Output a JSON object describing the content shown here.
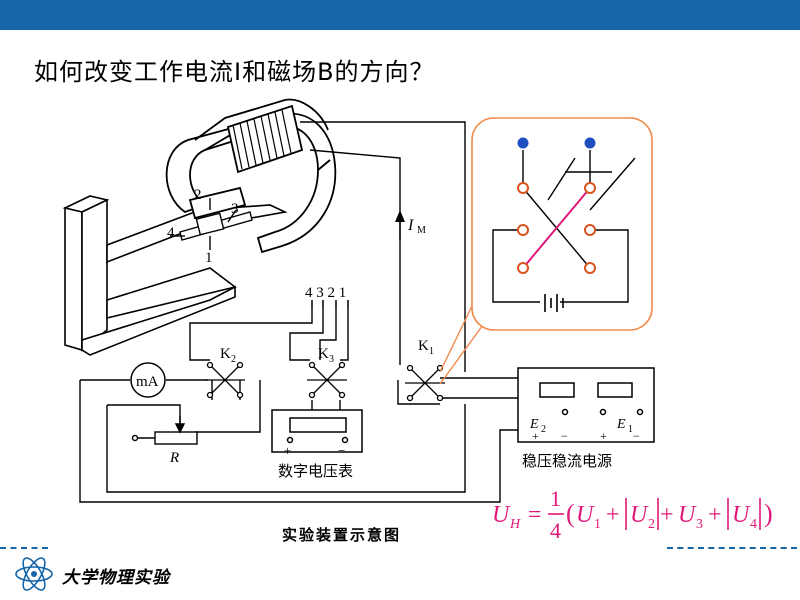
{
  "heading": "如何改变工作电流I和磁场B的方向？",
  "caption": "实验装置示意图",
  "footer": {
    "label": "大学物理实验"
  },
  "labels": {
    "probe_num_1": "1",
    "probe_num_2": "2",
    "probe_num_3": "3",
    "probe_num_4": "4",
    "terminals_4321": "4 3 2 1",
    "current_im_main": "I",
    "current_im_sub": "M",
    "k1_main": "K",
    "k1_sub": "1",
    "k2_main": "K",
    "k2_sub": "2",
    "k3_main": "K",
    "k3_sub": "3",
    "milliammeter": "mA",
    "rheostat": "R",
    "voltmeter_plus": "+",
    "voltmeter_minus": "−",
    "voltmeter_name": "数字电压表",
    "e2_main": "E",
    "e2_sub": "2",
    "e1_main": "E",
    "e1_sub": "1",
    "e2_plus": "+",
    "e2_minus": "−",
    "e1_plus": "+",
    "e1_minus": "−",
    "power_supply_name": "稳压稳流电源"
  },
  "formula": {
    "lhs": "U",
    "lhs_sub": "H",
    "equals": "=",
    "frac_num": "1",
    "frac_den": "4",
    "open_paren": "(",
    "u1": "U",
    "u1_sub": "1",
    "plus1": "+",
    "u2": "U",
    "u2_sub": "2",
    "plus2": "+",
    "u3": "U",
    "u3_sub": "3",
    "plus3": "+",
    "u4": "U",
    "u4_sub": "4",
    "close_paren": ")"
  },
  "colors": {
    "topbar": "#1565a8",
    "accent_pink": "#e0187a",
    "terminal_orange": "#d9531e",
    "terminal_blue": "#1f4fbf",
    "callout_border": "#f08a4b"
  }
}
